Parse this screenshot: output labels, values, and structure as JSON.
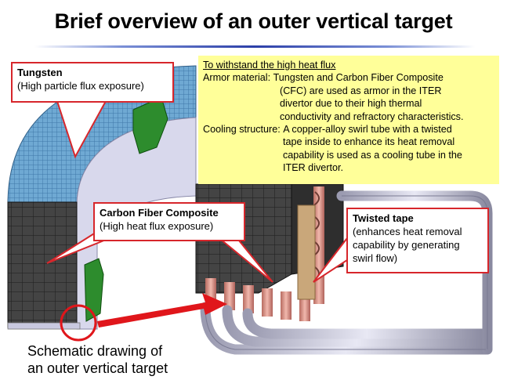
{
  "title": "Brief overview of an outer vertical target",
  "callouts": {
    "tungsten": {
      "heading": "Tungsten",
      "text": "(High particle flux exposure)"
    },
    "cfc": {
      "heading": "Carbon Fiber Composite",
      "text": "(High heat flux exposure)"
    },
    "twisted_tape": {
      "heading": "Twisted tape",
      "line1": "(enhances heat removal",
      "line2": "capability by generating",
      "line3": "swirl flow)"
    }
  },
  "info": {
    "heading": "To withstand the high heat flux",
    "armor_label": "Armor material:",
    "armor_line1": "Tungsten and Carbon Fiber Composite",
    "armor_line2": "(CFC) are used as armor in the ITER",
    "armor_line3": "divertor due to their high thermal",
    "armor_line4": "conductivity and refractory characteristics.",
    "cooling_label": "Cooling structure:",
    "cooling_line1": "A copper-alloy swirl tube with a twisted",
    "cooling_line2": "tape inside to enhance its heat removal",
    "cooling_line3": "capability is used as a cooling tube in the",
    "cooling_line4": "ITER divertor."
  },
  "caption": {
    "line1": "Schematic drawing of",
    "line2": "an outer vertical target"
  },
  "colors": {
    "callout_border": "#d7262b",
    "info_bg": "#ffff99",
    "tungsten": "#5f9bc8",
    "cfc": "#3b3b3b",
    "tube": "#d99a8f",
    "support": "#2a8a2a"
  }
}
